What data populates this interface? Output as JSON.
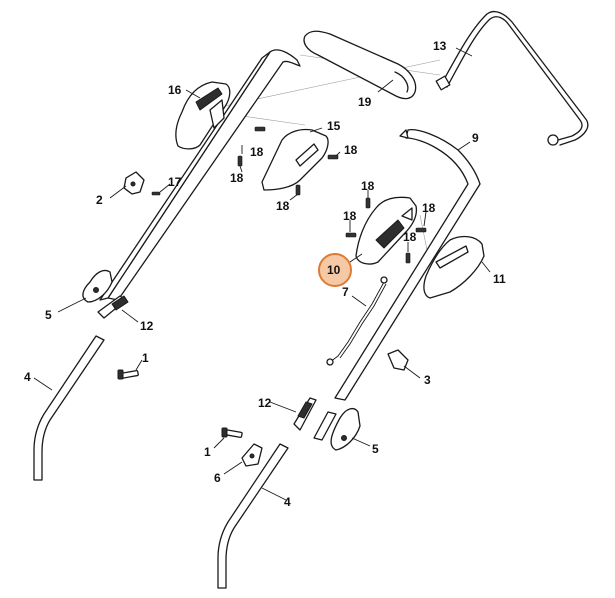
{
  "diagram": {
    "highlight_color": "#e07a30",
    "highlighted_callout": "10",
    "callouts": {
      "c13": "13",
      "c19": "19",
      "c16": "16",
      "c15": "15",
      "c18a": "18",
      "c18b": "18",
      "c18c": "18",
      "c18d": "18",
      "c9": "9",
      "c18e": "18",
      "c18f": "18",
      "c18g": "18",
      "c18h": "18",
      "c17": "17",
      "c2": "2",
      "c10": "10",
      "c11": "11",
      "c7": "7",
      "c5a": "5",
      "c12a": "12",
      "c1a": "1",
      "c4a": "4",
      "c3": "3",
      "c12b": "12",
      "c1b": "1",
      "c5b": "5",
      "c6": "6",
      "c4b": "4"
    }
  }
}
